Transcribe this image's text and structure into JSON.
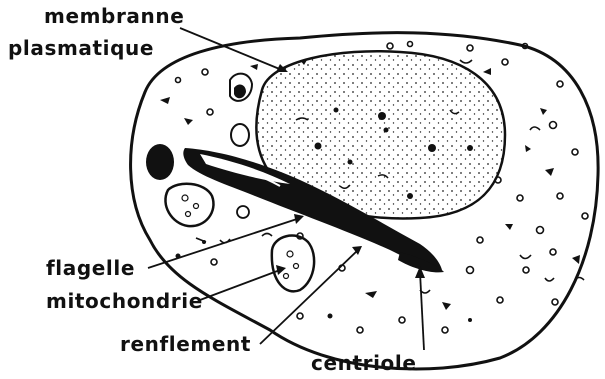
{
  "labels": {
    "membrane_line1": "membranne",
    "membrane_line2": "plasmatique",
    "flagelle": "flagelle",
    "mitochondrie": "mitochondrie",
    "renflement": "renflement",
    "centriole": "centriole"
  },
  "colors": {
    "ink": "#111111",
    "paper": "#ffffff"
  }
}
